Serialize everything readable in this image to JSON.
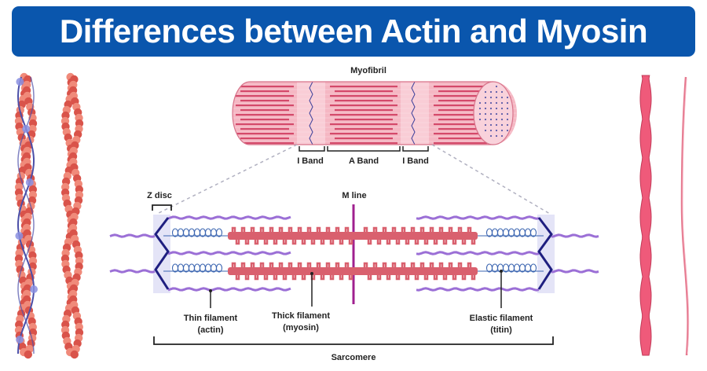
{
  "title": "Differences between Actin and Myosin",
  "labels": {
    "myofibril": "Myofibril",
    "i_band_left": "I Band",
    "a_band": "A Band",
    "i_band_right": "I Band",
    "z_disc": "Z disc",
    "m_line": "M line",
    "thin_filament": "Thin filament",
    "thin_filament_sub": "(actin)",
    "thick_filament": "Thick filament",
    "thick_filament_sub": "(myosin)",
    "elastic_filament": "Elastic filament",
    "elastic_filament_sub": "(titin)",
    "sarcomere": "Sarcomere"
  },
  "colors": {
    "title_bg": "#0a56ad",
    "title_text": "#ffffff",
    "actin_light": "#f08a7a",
    "actin_dark": "#d9534a",
    "tropomyosin": "#4b4fa8",
    "troponin": "#8a8fe0",
    "myosin_filament": "#e8607a",
    "thin_filament": "#9b6fd6",
    "titin_coil": "#3a64b0",
    "z_disc": "#1f1f80",
    "m_line": "#a0208f",
    "myosin_heads": "#d9606e",
    "myofibril_base": "#f2a3b3",
    "myofibril_stripe": "#d4496a"
  }
}
